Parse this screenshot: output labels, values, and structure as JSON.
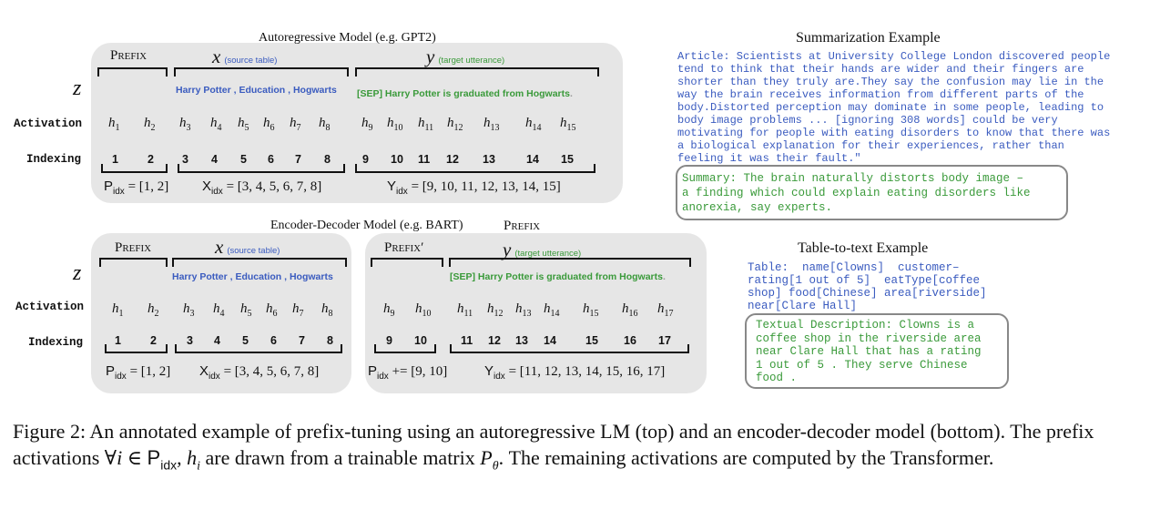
{
  "ar": {
    "title": "Autoregressive  Model  (e.g. GPT2)",
    "prefix": "Prefix",
    "x": "x",
    "x_tag": "(source table)",
    "y": "y",
    "y_tag": "(target utterance)",
    "z": "z",
    "src_tokens": "Harry  Potter  ,  Education  ,  Hogwarts",
    "tgt_tokens": "[SEP]  Harry  Potter   is  graduated  from  Hogwarts",
    "tgt_dot": ".",
    "activation_label": "Activation",
    "indexing_label": "Indexing",
    "h_subs": [
      "1",
      "2",
      "3",
      "4",
      "5",
      "6",
      "7",
      "8",
      "9",
      "10",
      "11",
      "12",
      "13",
      "14",
      "15"
    ],
    "idx_nums": [
      "1",
      "2",
      "3",
      "4",
      "5",
      "6",
      "7",
      "8",
      "9",
      "10",
      "11",
      "12",
      "13",
      "14",
      "15"
    ],
    "p_idx": "= [1, 2]",
    "x_idx": "= [3, 4, 5, 6, 7, 8]",
    "y_idx": "= [9, 10, 11, 12, 13, 14, 15]"
  },
  "ed": {
    "title": "Encoder-Decoder Model  (e.g. BART)",
    "prefix_top": "Prefix",
    "prefix": "Prefix",
    "prefix2": "Prefix′",
    "x": "x",
    "x_tag": "(source table)",
    "y": "y",
    "y_tag": "(target utterance)",
    "z": "z",
    "src_tokens": "Harry  Potter  ,  Education  ,  Hogwarts",
    "tgt_tokens": "[SEP]  Harry  Potter   is  graduated  from  Hogwarts",
    "tgt_dot": ".",
    "activation_label": "Activation",
    "indexing_label": "Indexing",
    "enc_h_subs": [
      "1",
      "2",
      "3",
      "4",
      "5",
      "6",
      "7",
      "8"
    ],
    "dec_h_subs": [
      "9",
      "10",
      "11",
      "12",
      "13",
      "14",
      "15",
      "16",
      "17"
    ],
    "enc_idx_nums": [
      "1",
      "2",
      "3",
      "4",
      "5",
      "6",
      "7",
      "8"
    ],
    "dec_idx_nums": [
      "9",
      "10",
      "11",
      "12",
      "13",
      "14",
      "15",
      "16",
      "17"
    ],
    "p_idx": "= [1, 2]",
    "x_idx": "= [3, 4, 5, 6, 7, 8]",
    "p2_idx": "+= [9, 10]",
    "y_idx": "= [11, 12, 13, 14, 15, 16, 17]"
  },
  "summ": {
    "title": "Summarization Example",
    "article": "Article: Scientists at University College London discovered people\ntend to think that their hands are wider and their fingers are\nshorter than they truly are.They say the confusion may lie in the\nway the brain receives information from different parts of the\nbody.Distorted perception may dominate in some people, leading to\nbody image problems ... [ignoring 308 words] could be very\nmotivating for people with eating disorders to know that there was\na biological explanation for their experiences, rather than\nfeeling it was their fault.\"",
    "summary": "Summary: The brain naturally distorts body image –\na finding which could explain eating disorders like\nanorexia, say experts."
  },
  "t2t": {
    "title": "Table-to-text Example",
    "table": "Table:  name[Clowns]  customer–\nrating[1 out of 5]  eatType[coffee\nshop] food[Chinese] area[riverside]\nnear[Clare Hall]",
    "desc": "Textual Description: Clowns is a\ncoffee shop in the riverside area\nnear Clare Hall that has a rating\n1 out of 5 . They serve Chinese\nfood ."
  },
  "caption": {
    "p1": "Figure 2:  An annotated example of prefix-tuning using an autoregressive LM (top) and an encoder-decoder model (bottom). The prefix activations ∀",
    "i": "i",
    "in": " ∈ ",
    "P": "P",
    "idx": "idx",
    "comma": ", ",
    "h": "h",
    "sub_i": "i",
    "p2": " are drawn from a trainable matrix ",
    "Ptheta": "P",
    "theta": "θ",
    "p3": ". The remaining activations are computed by the Transformer."
  }
}
